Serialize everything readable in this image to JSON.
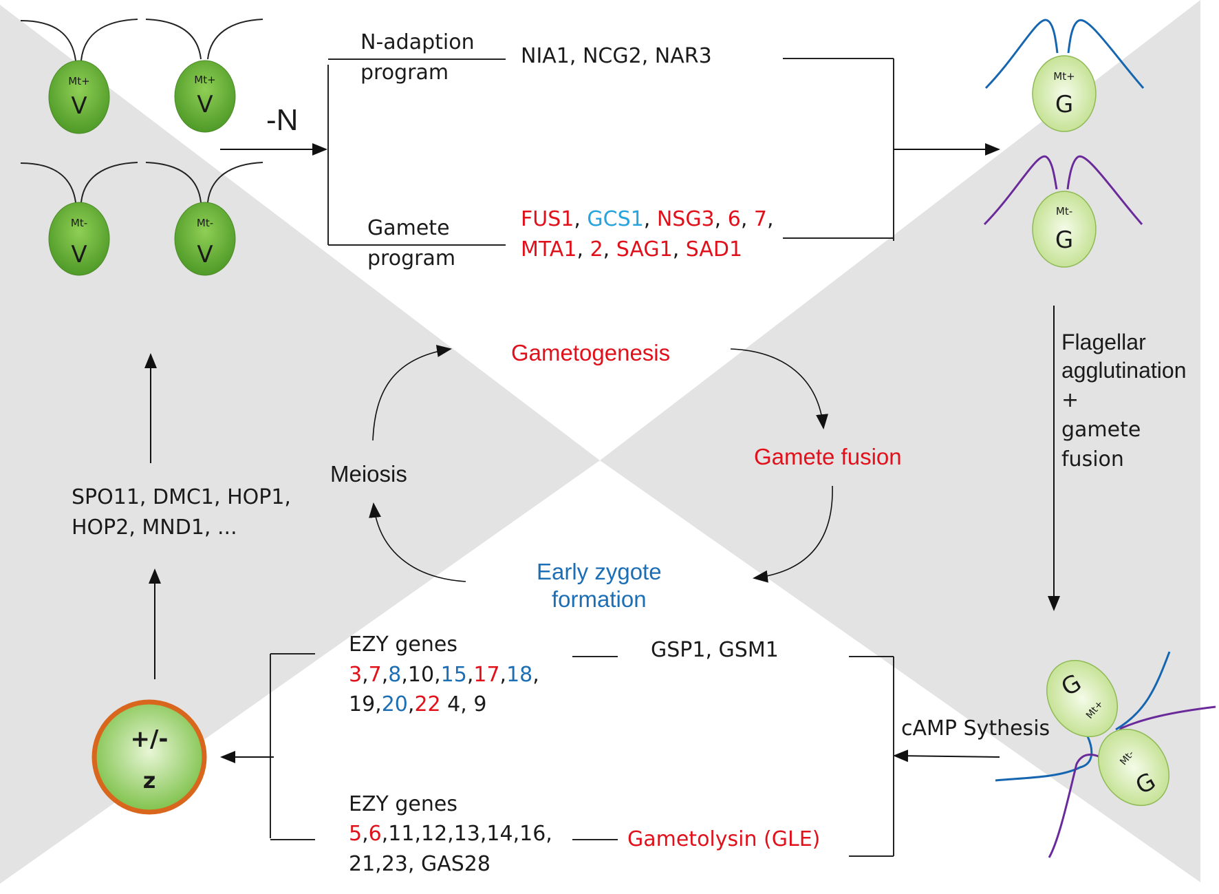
{
  "colors": {
    "background": "#ffffff",
    "gray_wedge": "#e3e3e3",
    "red": "#e0111b",
    "blue": "#1d6fb5",
    "light_blue": "#27a3dd",
    "vegetative_cell": "#6fb83a",
    "gamete_cell": "#cfe6a6",
    "zygote_ring": "#d8661c",
    "mt_plus_flagella": "#1565b0",
    "mt_minus_flagella": "#6a2a9a"
  },
  "vegetative_cells": [
    {
      "mating_type": "Mt+",
      "label": "V"
    },
    {
      "mating_type": "Mt+",
      "label": "V"
    },
    {
      "mating_type": "Mt-",
      "label": "V"
    },
    {
      "mating_type": "Mt-",
      "label": "V"
    }
  ],
  "nitrogen_step": {
    "label": "-N"
  },
  "programs": {
    "n_adaption": {
      "title_line1": "N-adaption",
      "title_line2": "program",
      "genes": [
        {
          "text": "NIA1, NCG2, NAR3",
          "color": "black"
        }
      ]
    },
    "gamete": {
      "title_line1": "Gamete",
      "title_line2": "program",
      "genes_line1": [
        {
          "text": "FUS1",
          "color": "red"
        },
        {
          "text": ", ",
          "color": "black"
        },
        {
          "text": "GCS1",
          "color": "light_blue"
        },
        {
          "text": ", ",
          "color": "black"
        },
        {
          "text": "NSG3",
          "color": "red"
        },
        {
          "text": ", ",
          "color": "black"
        },
        {
          "text": "6",
          "color": "red"
        },
        {
          "text": ", ",
          "color": "black"
        },
        {
          "text": "7",
          "color": "red"
        },
        {
          "text": ",",
          "color": "black"
        }
      ],
      "genes_line2": [
        {
          "text": "MTA1",
          "color": "red"
        },
        {
          "text": ", ",
          "color": "black"
        },
        {
          "text": "2",
          "color": "red"
        },
        {
          "text": ", ",
          "color": "black"
        },
        {
          "text": "SAG1",
          "color": "red"
        },
        {
          "text": ", ",
          "color": "black"
        },
        {
          "text": "SAD1",
          "color": "red"
        }
      ]
    }
  },
  "gamete_cells": [
    {
      "mating_type": "Mt+",
      "label": "G"
    },
    {
      "mating_type": "Mt-",
      "label": "G"
    }
  ],
  "cycle": {
    "gametogenesis": "Gametogenesis",
    "gamete_fusion": "Gamete fusion",
    "early_zygote_line1": "Early zygote",
    "early_zygote_line2": "formation",
    "meiosis": "Meiosis"
  },
  "right_column": {
    "lines": [
      "Flagellar",
      "agglutination",
      "+",
      "gamete",
      "fusion"
    ]
  },
  "mating_pair": {
    "cells": [
      {
        "mating_type": "Mt+",
        "label": "G"
      },
      {
        "mating_type": "Mt-",
        "label": "G"
      }
    ],
    "process": "cAMP Sythesis"
  },
  "meiosis_genes": {
    "line1": "SPO11, DMC1, HOP1,",
    "line2": "HOP2, MND1, ..."
  },
  "zygote": {
    "line1": "+/-",
    "line2": "z"
  },
  "ezy_group1": {
    "title": "EZY genes",
    "line1": [
      {
        "text": "3",
        "color": "red"
      },
      {
        "text": ",",
        "color": "black"
      },
      {
        "text": "7",
        "color": "red"
      },
      {
        "text": ",",
        "color": "black"
      },
      {
        "text": "8",
        "color": "blue"
      },
      {
        "text": ",10,",
        "color": "black"
      },
      {
        "text": "15",
        "color": "blue"
      },
      {
        "text": ",",
        "color": "black"
      },
      {
        "text": "17",
        "color": "red"
      },
      {
        "text": ",",
        "color": "black"
      },
      {
        "text": "18",
        "color": "blue"
      },
      {
        "text": ",",
        "color": "black"
      }
    ],
    "line2": [
      {
        "text": "19,",
        "color": "black"
      },
      {
        "text": "20",
        "color": "blue"
      },
      {
        "text": ",",
        "color": "black"
      },
      {
        "text": "22",
        "color": "red"
      },
      {
        "text": " 4, 9",
        "color": "black"
      }
    ],
    "target": "GSP1, GSM1"
  },
  "ezy_group2": {
    "title": "EZY genes",
    "line1": [
      {
        "text": "5",
        "color": "red"
      },
      {
        "text": ",",
        "color": "black"
      },
      {
        "text": "6",
        "color": "red"
      },
      {
        "text": ",11,12,13,14,16,",
        "color": "black"
      }
    ],
    "line2": [
      {
        "text": "21,23, GAS28",
        "color": "black"
      }
    ],
    "target": "Gametolysin (GLE)"
  }
}
